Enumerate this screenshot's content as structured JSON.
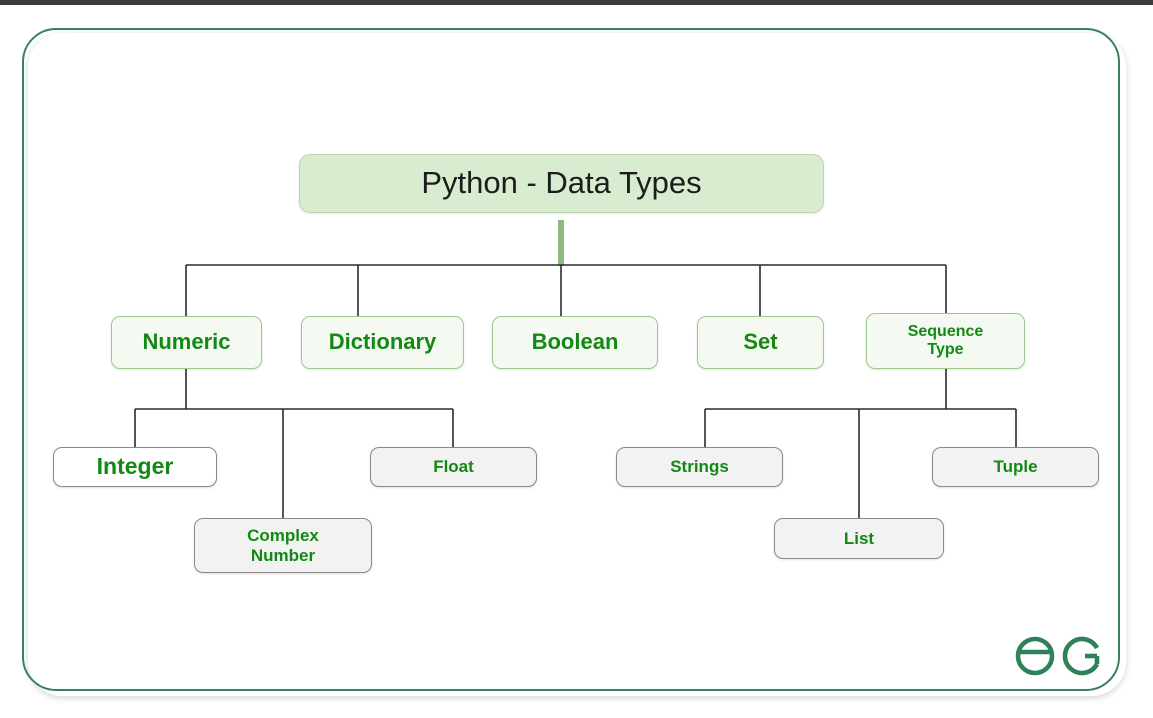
{
  "page": {
    "title": "Python - Data Types",
    "background_color": "#ffffff",
    "frame_color": "#3a8059",
    "topbar_color": "#3c3c3c",
    "accent_green": "#138913",
    "root_fill": "#d8ecd0",
    "level2_fill": "#f4faf2",
    "level3_fill": "#f2f2f2"
  },
  "diagram": {
    "type": "tree",
    "root": {
      "label": "Python - Data Types"
    },
    "level2": [
      {
        "id": "numeric",
        "label": "Numeric"
      },
      {
        "id": "dictionary",
        "label": "Dictionary"
      },
      {
        "id": "boolean",
        "label": "Boolean"
      },
      {
        "id": "set",
        "label": "Set"
      },
      {
        "id": "sequence",
        "label": "Sequence\nType"
      }
    ],
    "level3": [
      {
        "id": "integer",
        "parent": "numeric",
        "label": "Integer"
      },
      {
        "id": "complex",
        "parent": "numeric",
        "label": "Complex\nNumber"
      },
      {
        "id": "float",
        "parent": "numeric",
        "label": "Float"
      },
      {
        "id": "strings",
        "parent": "sequence",
        "label": "Strings"
      },
      {
        "id": "list",
        "parent": "sequence",
        "label": "List"
      },
      {
        "id": "tuple",
        "parent": "sequence",
        "label": "Tuple"
      }
    ]
  },
  "logo": {
    "name": "geeksforgeeks-logo",
    "text": "ƏG",
    "color": "#2f8159"
  }
}
